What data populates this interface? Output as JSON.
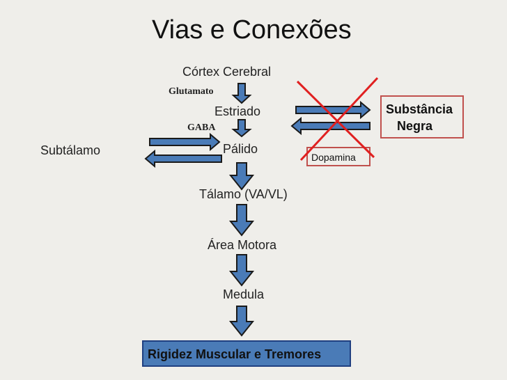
{
  "title": "Vias e Conexões",
  "nodes": {
    "cortex": "Córtex Cerebral",
    "estriado": "Estriado",
    "palido": "Pálido",
    "talamo": "Tálamo (VA/VL)",
    "area_motora": "Área Motora",
    "medula": "Medula",
    "subtalamo": "Subtálamo",
    "substancia_line1": "Substância",
    "substancia_line2": "Negra",
    "dopamina": "Dopamina",
    "outcome": "Rigidez Muscular e Tremores"
  },
  "labels": {
    "glutamato": "Glutamato",
    "gaba": "GABA"
  },
  "colors": {
    "arrow_fill": "#4a7bb7",
    "arrow_stroke": "#1a1a1a",
    "cross": "#e02020",
    "box_border": "#c0504d",
    "background": "#efeeea"
  },
  "icons": {
    "cross": "red-x-cross-icon"
  }
}
